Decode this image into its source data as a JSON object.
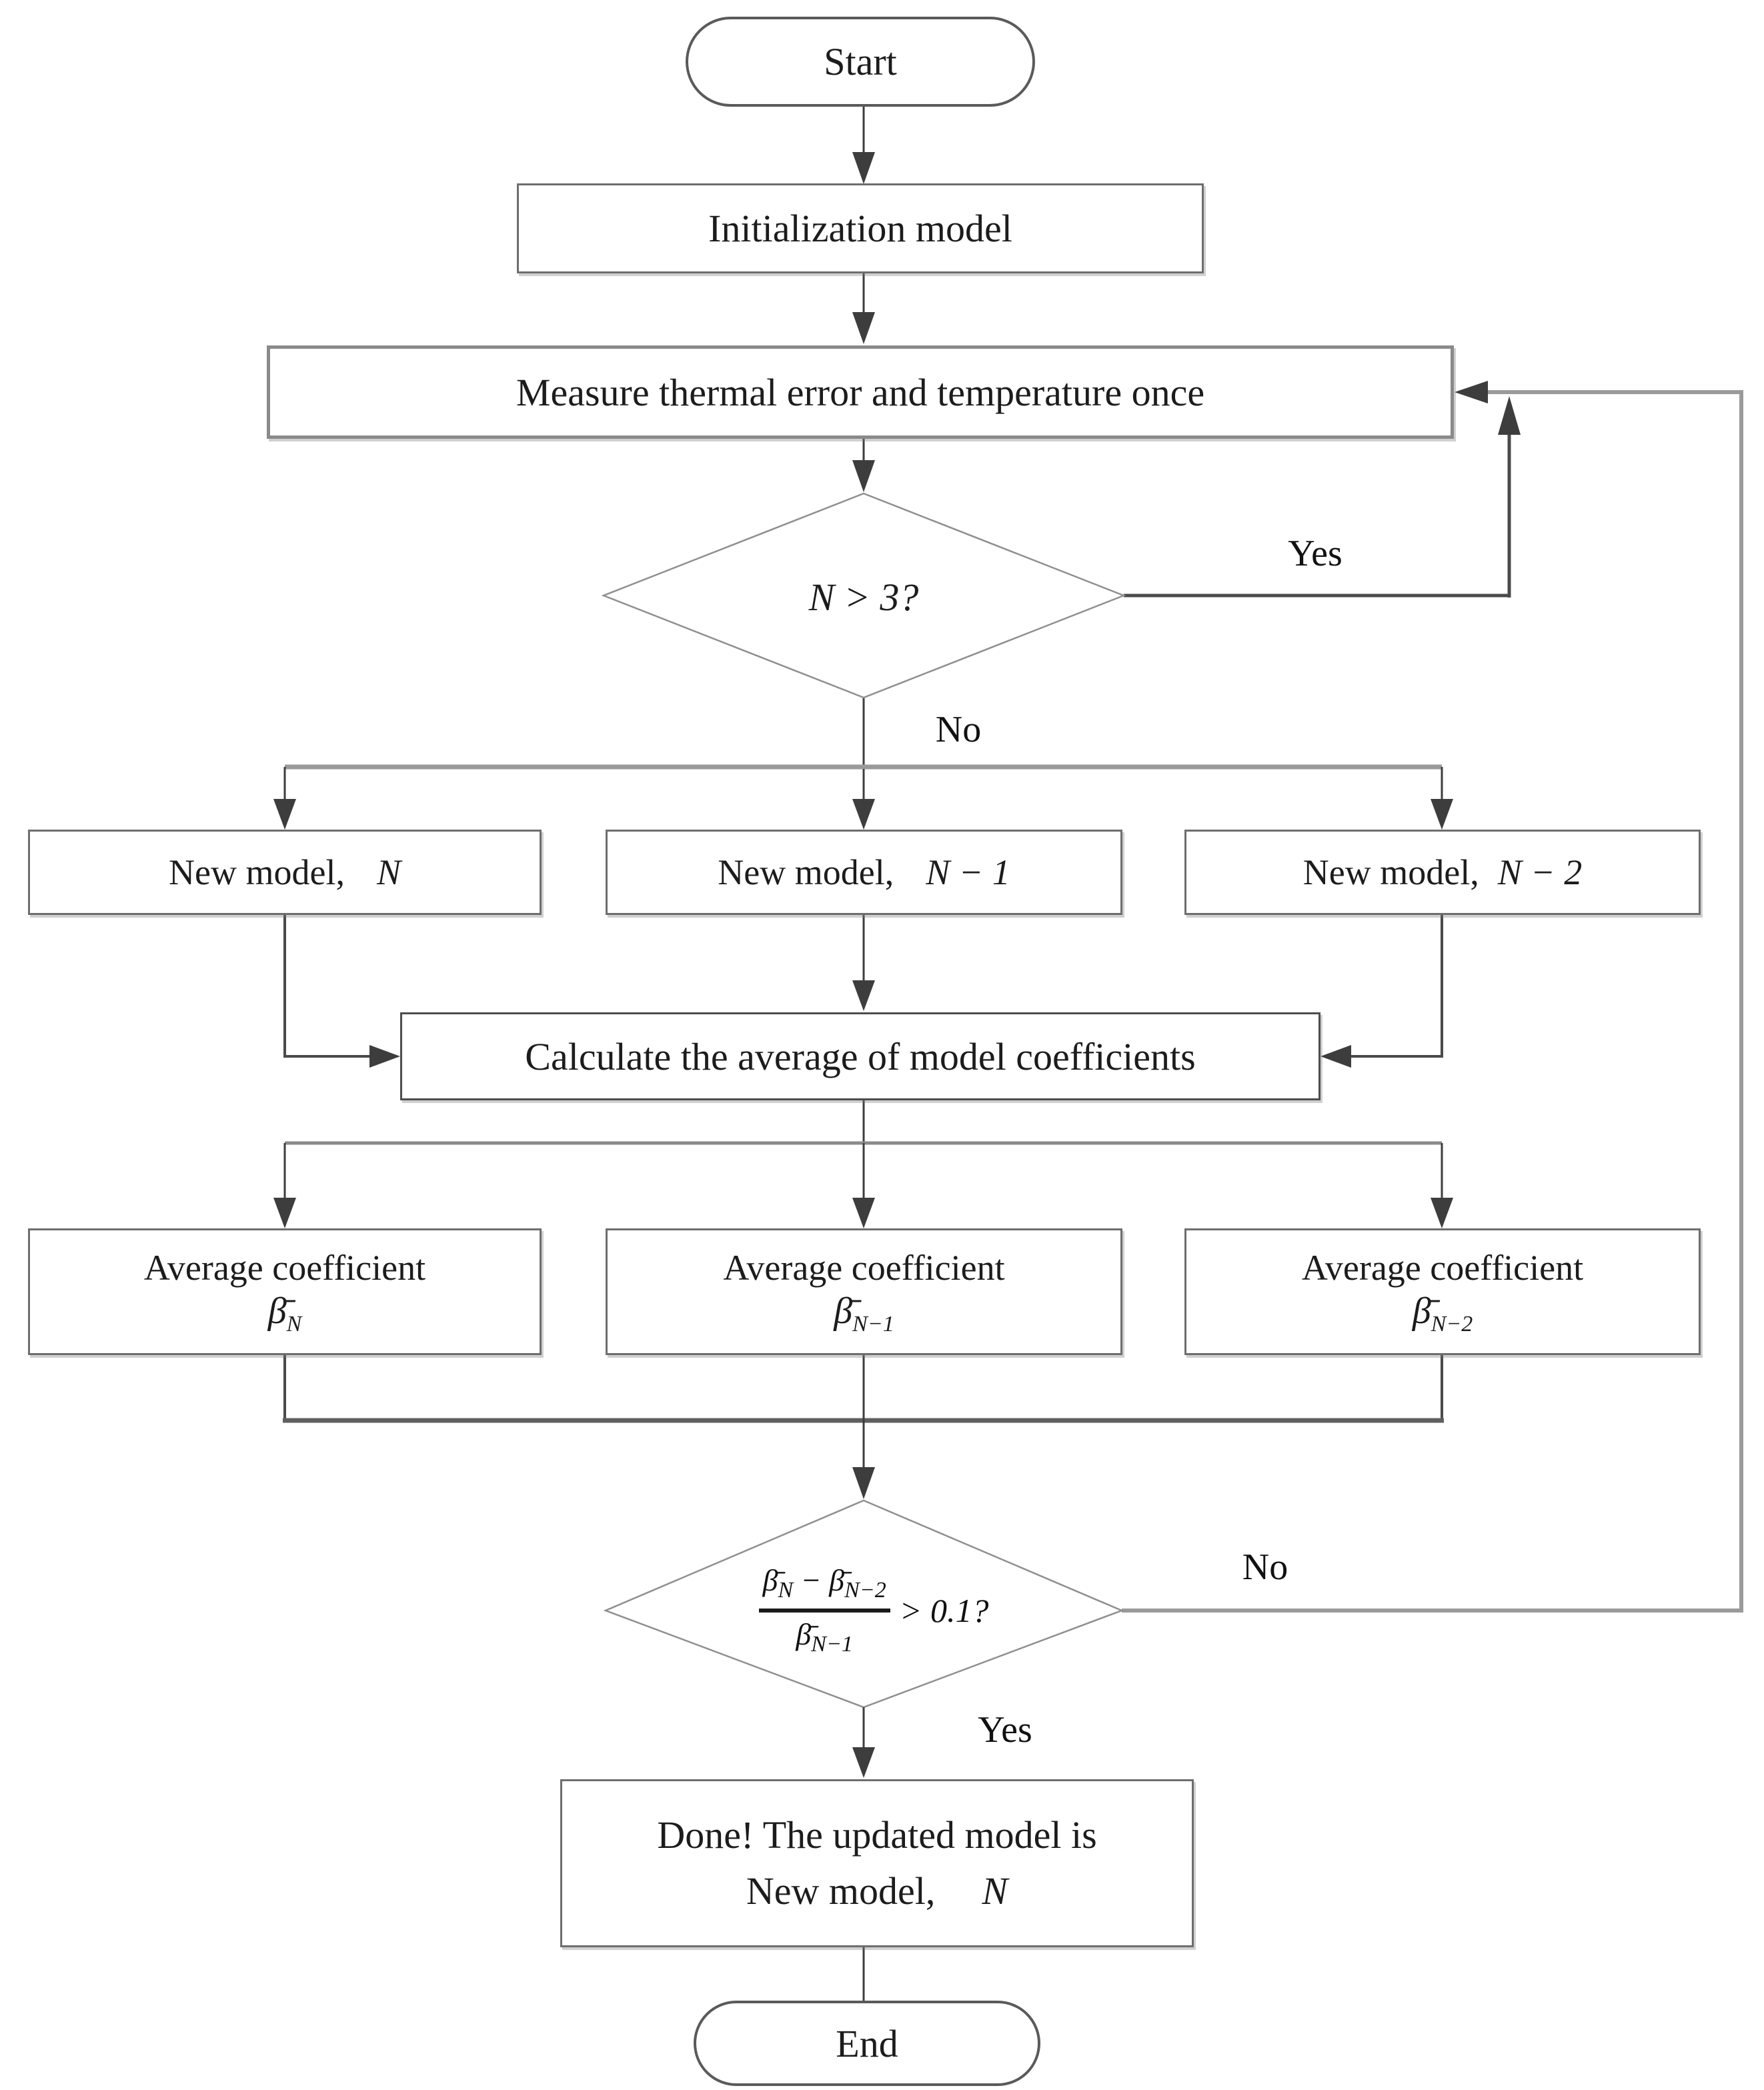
{
  "flowchart": {
    "nodes": {
      "start": {
        "label": "Start"
      },
      "init": {
        "label": "Initialization model"
      },
      "measure": {
        "label": "Measure thermal error and temperature once"
      },
      "decision1": {
        "label": "N > 3?"
      },
      "new_model_n": {
        "prefix": "New model,",
        "math": "N"
      },
      "new_model_n1": {
        "prefix": "New model,",
        "math": "N − 1"
      },
      "new_model_n2": {
        "prefix": "New model,",
        "math": "N − 2"
      },
      "calc": {
        "label": "Calculate the average of model coefficients"
      },
      "avg_n": {
        "label": "Average coefficient",
        "symbol": "β̄",
        "sub": "N"
      },
      "avg_n1": {
        "label": "Average coefficient",
        "symbol": "β̄",
        "sub": "N−1"
      },
      "avg_n2": {
        "label": "Average coefficient",
        "symbol": "β̄",
        "sub": "N−2"
      },
      "decision2": {
        "num_sym1": "β̄",
        "num_sub1": "N",
        "minus": " − ",
        "num_sym2": "β̄",
        "num_sub2": "N−2",
        "den_sym": "β̄",
        "den_sub": "N−1",
        "comparison": "> 0.1?"
      },
      "done": {
        "line1": "Done! The updated model is",
        "line2_prefix": "New model,",
        "line2_math": "N"
      },
      "end": {
        "label": "End"
      }
    },
    "edge_labels": {
      "decision1_yes": "Yes",
      "decision1_no": "No",
      "decision2_no": "No",
      "decision2_yes": "Yes"
    },
    "colors": {
      "flow_line": "#3d3d3d",
      "dark_connector": "#4a4a4a",
      "gray_rail": "#9a9a9a",
      "mid_rail": "#8a8a8a",
      "merge_rail": "#5f5f5f",
      "diamond_stroke": "#8f8f8f",
      "arrowhead": "#3d3d3d",
      "box_border": "#6e6e6e",
      "text": "#1c1c1c"
    }
  }
}
